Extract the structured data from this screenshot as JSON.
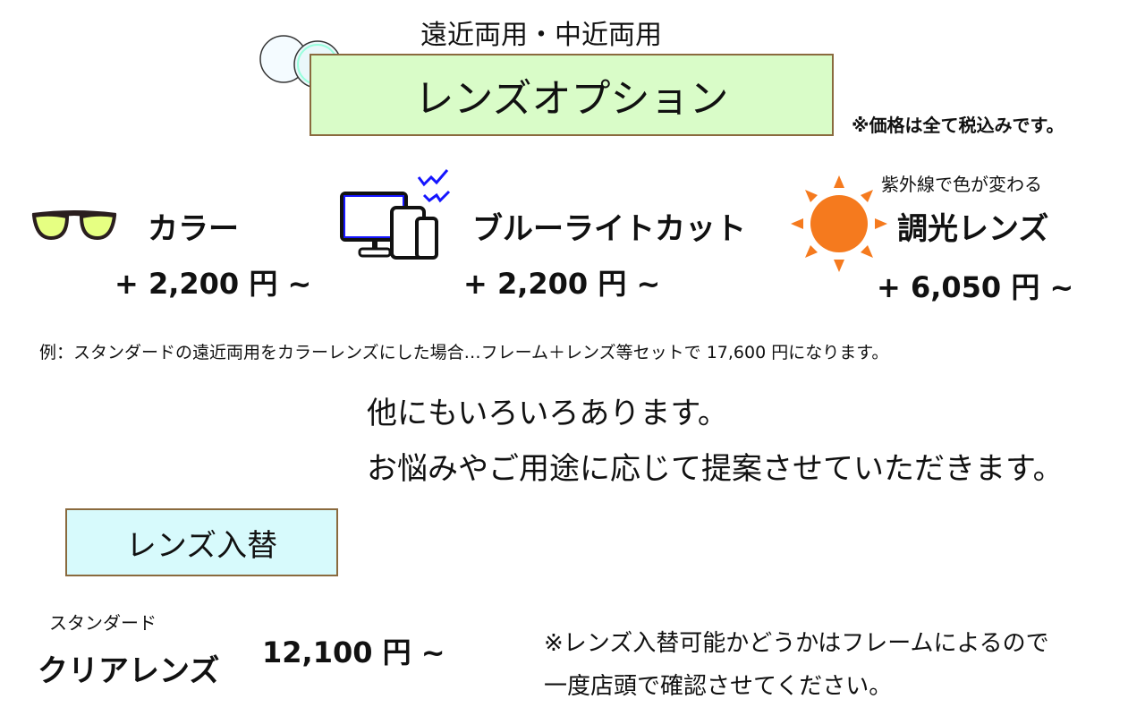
{
  "header": {
    "subtitle": "遠近両用・中近両用",
    "title": "レンズオプション",
    "tax_note": "※価格は全て税込みです。"
  },
  "options": [
    {
      "name": "カラー",
      "price": "+  2,200 円 ~",
      "icon": "sunglasses-icon"
    },
    {
      "name": "ブルーライトカット",
      "price": "+  2,200 円 ~",
      "icon": "devices-icon"
    },
    {
      "name": "調光レンズ",
      "price": "+  6,050 円 ~",
      "note": "紫外線で色が変わる",
      "icon": "sun-icon"
    }
  ],
  "example": "例：スタンダードの遠近両用をカラーレンズにした場合…フレーム＋レンズ等セットで 17,600 円になります。",
  "more": {
    "line1": "他にもいろいろあります。",
    "line2": "お悩みやご用途に応じて提案させていただきます。"
  },
  "replacement": {
    "title": "レンズ入替",
    "sub": "スタンダード",
    "name": "クリアレンズ",
    "price": "12,100 円 ~",
    "note1": "※レンズ入替可能かどうかはフレームによるので",
    "note2": "一度店頭で確認させてください。"
  },
  "colors": {
    "title_bg": "#d9fcc8",
    "replace_bg": "#d7fafc",
    "border": "#8a6a3e",
    "sun": "#f57a1e"
  }
}
